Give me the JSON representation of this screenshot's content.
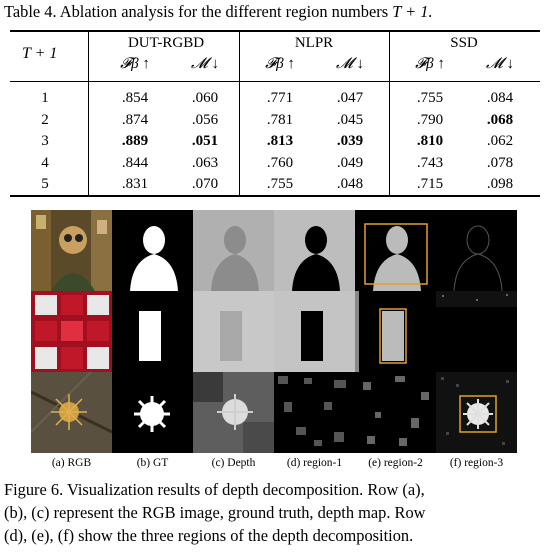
{
  "table": {
    "caption": "Table 4. Ablation analysis for the different region numbers",
    "caption_math": "T + 1.",
    "row_header": "T + 1",
    "datasets": [
      "DUT-RGBD",
      "NLPR",
      "SSD"
    ],
    "metric_f": "𝓕β ↑",
    "metric_m": "𝓜 ↓",
    "rows": [
      {
        "t": "1",
        "v": [
          ".854",
          ".060",
          ".771",
          ".047",
          ".755",
          ".084"
        ],
        "bold": [
          false,
          false,
          false,
          false,
          false,
          false
        ]
      },
      {
        "t": "2",
        "v": [
          ".874",
          ".056",
          ".781",
          ".045",
          ".790",
          ".068"
        ],
        "bold": [
          false,
          false,
          false,
          false,
          false,
          true
        ]
      },
      {
        "t": "3",
        "v": [
          ".889",
          ".051",
          ".813",
          ".039",
          ".810",
          ".062"
        ],
        "bold": [
          true,
          true,
          true,
          true,
          true,
          false
        ]
      },
      {
        "t": "4",
        "v": [
          ".844",
          ".063",
          ".760",
          ".049",
          ".743",
          ".078"
        ],
        "bold": [
          false,
          false,
          false,
          false,
          false,
          false
        ]
      },
      {
        "t": "5",
        "v": [
          ".831",
          ".070",
          ".755",
          ".048",
          ".715",
          ".098"
        ],
        "bold": [
          false,
          false,
          false,
          false,
          false,
          false
        ]
      }
    ]
  },
  "figure": {
    "subcaptions": [
      "(a) RGB",
      "(b) GT",
      "(c) Depth",
      "(d) region-1",
      "(e) region-2",
      "(f) region-3"
    ],
    "caption_lines": [
      "Figure 6. Visualization results of depth decomposition. Row (a),",
      "(b), (c) represent the RGB image, ground truth, depth map. Row",
      "(d), (e), (f) show the three regions of the depth decomposition."
    ],
    "highlight_color": "#e0a030"
  }
}
